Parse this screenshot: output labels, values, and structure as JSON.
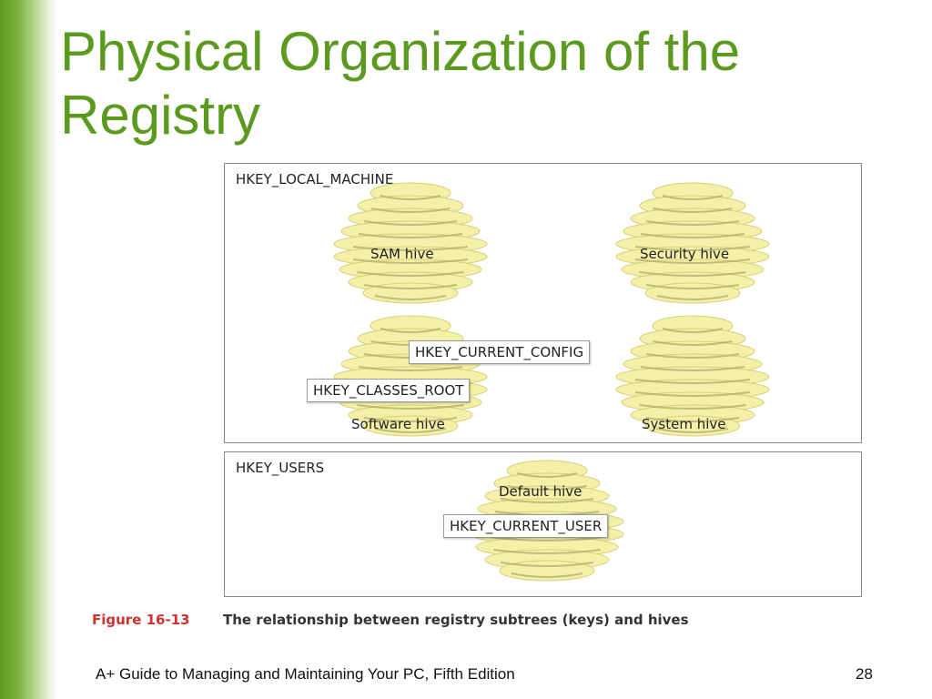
{
  "slide": {
    "title": "Physical Organization of the Registry",
    "footer_left": "A+ Guide to Managing and Maintaining Your PC, Fifth Edition",
    "page_number": "28"
  },
  "figure": {
    "panel_top": {
      "label": "HKEY_LOCAL_MACHINE",
      "hives": [
        "SAM hive",
        "Security hive",
        "Software hive",
        "System hive"
      ],
      "keys": [
        "HKEY_CURRENT_CONFIG",
        "HKEY_CLASSES_ROOT"
      ]
    },
    "panel_bottom": {
      "label": "HKEY_USERS",
      "hives": [
        "Default hive"
      ],
      "keys": [
        "HKEY_CURRENT_USER"
      ]
    },
    "caption_number": "Figure 16-13",
    "caption_text": "The relationship between registry subtrees (keys) and hives"
  },
  "colors": {
    "title": "#5b9a1f",
    "hive_fill": "#f4f0a8",
    "figure_number": "#d2322d"
  }
}
